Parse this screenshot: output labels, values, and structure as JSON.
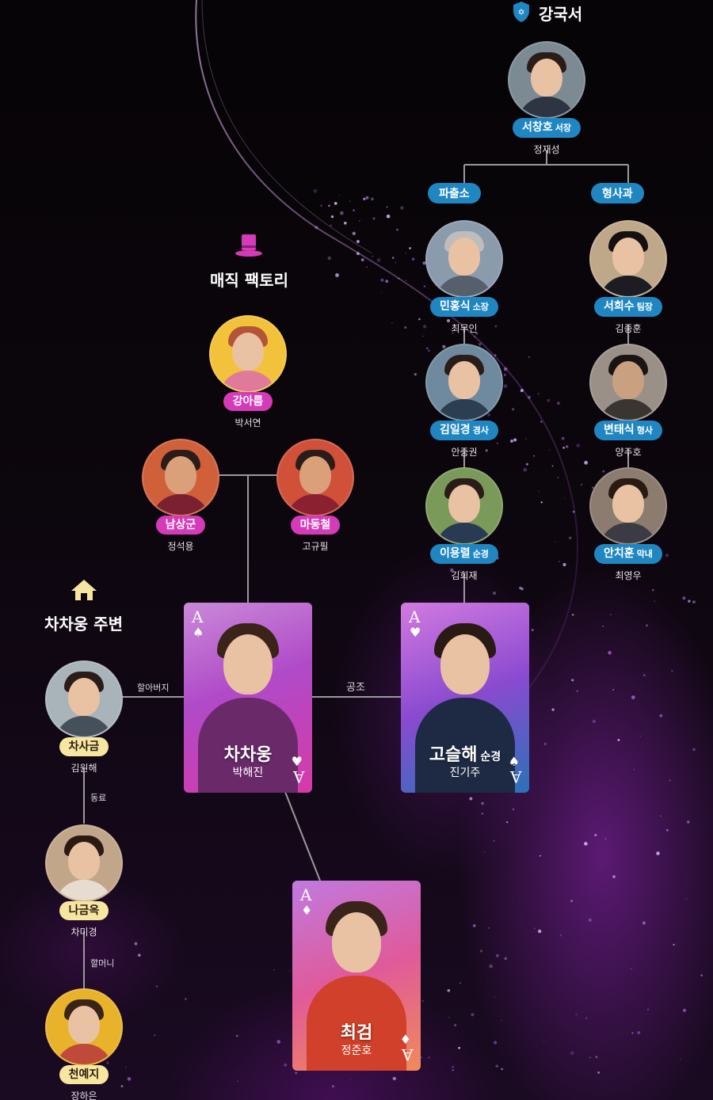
{
  "colors": {
    "police_blue": "#1f86c2",
    "magic_pink": "#d53ab8",
    "home_yellow": "#f6e6a0",
    "line_gray": "#9a9a9a"
  },
  "sections": {
    "police": {
      "title": "강국서",
      "icon": "police-badge-icon"
    },
    "magic": {
      "title": "매직 팩토리",
      "icon": "top-hat-icon"
    },
    "home": {
      "title": "차차웅 주변",
      "icon": "house-icon"
    }
  },
  "police_tags": {
    "pachulso": "파출소",
    "hyeongsagwa": "형사과"
  },
  "people": {
    "seochangho": {
      "name": "서창호",
      "rank": "서장",
      "actor": "정재성"
    },
    "minhongsik": {
      "name": "민홍식",
      "rank": "소장",
      "actor": "최무인"
    },
    "seohuisu": {
      "name": "서희수",
      "rank": "팀장",
      "actor": "김종훈"
    },
    "kimilgyeong": {
      "name": "김일경",
      "rank": "경사",
      "actor": "안중권"
    },
    "byeontaesik": {
      "name": "변태식",
      "rank": "형사",
      "actor": "양주호"
    },
    "leeyongryeol": {
      "name": "이용렬",
      "rank": "순경",
      "actor": "김희재"
    },
    "anchihun": {
      "name": "안치훈",
      "rank": "막내",
      "actor": "최영우"
    },
    "kangareum": {
      "name": "강아름",
      "rank": "",
      "actor": "박서연"
    },
    "namsanggun": {
      "name": "남상군",
      "rank": "",
      "actor": "정석용"
    },
    "madongcheol": {
      "name": "마동철",
      "rank": "",
      "actor": "고규필"
    },
    "chasageum": {
      "name": "차사금",
      "rank": "",
      "actor": "김원해"
    },
    "nageumok": {
      "name": "나금옥",
      "rank": "",
      "actor": "차미경"
    },
    "cheonyeji": {
      "name": "천예지",
      "rank": "",
      "actor": "장하은"
    }
  },
  "cards": {
    "chachawoong": {
      "name": "차차웅",
      "rank": "",
      "actor": "박해진",
      "rank_letter": "A",
      "suit": "♠",
      "suit_name": "spade-icon"
    },
    "goseulhae": {
      "name": "고슬해",
      "rank": "순경",
      "actor": "진기주",
      "rank_letter": "A",
      "suit": "♥",
      "suit_name": "heart-icon",
      "bottom_suit": "♠"
    },
    "choigeom": {
      "name": "최검",
      "rank": "",
      "actor": "정준호",
      "rank_letter": "A",
      "suit": "♦",
      "suit_name": "diamond-icon"
    }
  },
  "relations": {
    "grandfather": "할아버지",
    "partner": "공조",
    "colleague": "동료",
    "grandmother": "할머니"
  }
}
